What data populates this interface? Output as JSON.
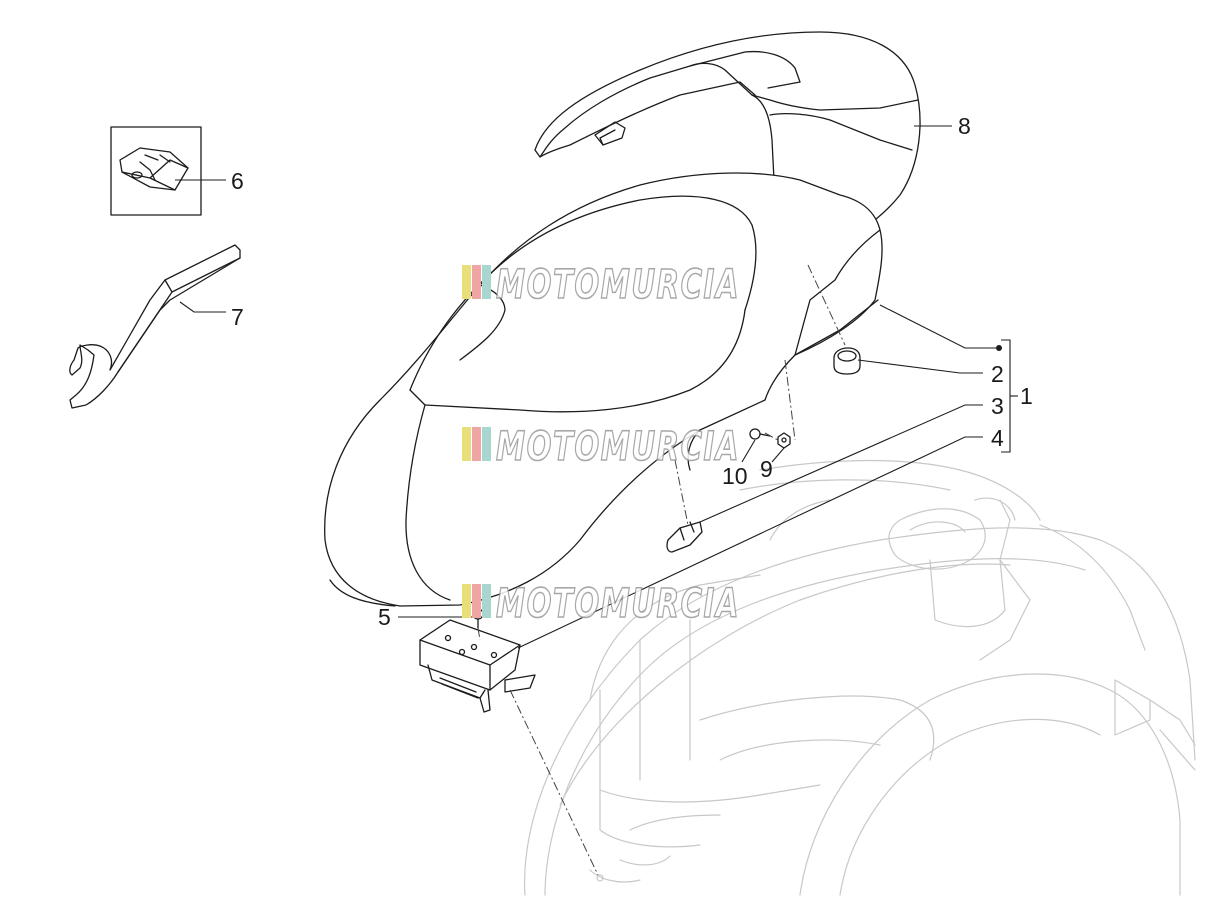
{
  "watermark": {
    "text": "MOTOMURCIA",
    "stripe_colors": [
      "#e8df7a",
      "#f0a5a5",
      "#a8d7cf"
    ]
  },
  "parts": [
    {
      "id": "1",
      "label": "1"
    },
    {
      "id": "2",
      "label": "2"
    },
    {
      "id": "3",
      "label": "3"
    },
    {
      "id": "4",
      "label": "4"
    },
    {
      "id": "5",
      "label": "5"
    },
    {
      "id": "6",
      "label": "6"
    },
    {
      "id": "7",
      "label": "7"
    },
    {
      "id": "8",
      "label": "8"
    },
    {
      "id": "9",
      "label": "9"
    },
    {
      "id": "10",
      "label": "10"
    }
  ]
}
